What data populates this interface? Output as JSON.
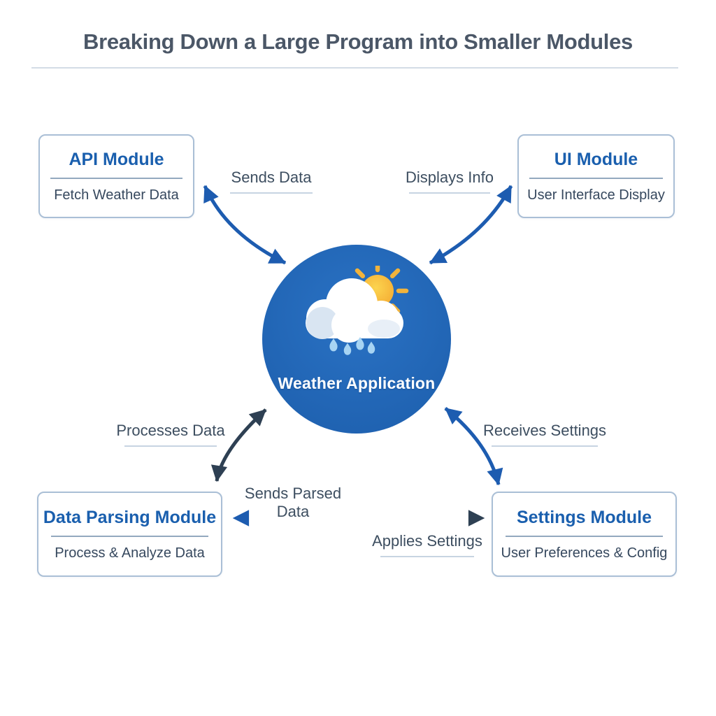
{
  "page": {
    "title": "Breaking Down a Large Program into Smaller Modules"
  },
  "center": {
    "label": "Weather Application",
    "icon": "sun-cloud-rain-icon"
  },
  "modules": [
    {
      "title": "API Module",
      "subtitle": "Fetch Weather Data"
    },
    {
      "title": "UI Module",
      "subtitle": "User Interface Display"
    },
    {
      "title": "Data Parsing Module",
      "subtitle": "Process & Analyze Data"
    },
    {
      "title": "Settings Module",
      "subtitle": "User Preferences & Config"
    }
  ],
  "connections": [
    {
      "label": "Sends Data",
      "from": "API Module",
      "to": "Weather Application",
      "bidirectional": true,
      "color": "#1d5cb0"
    },
    {
      "label": "Displays Info",
      "from": "Weather Application",
      "to": "UI Module",
      "bidirectional": true,
      "color": "#1d5cb0"
    },
    {
      "label": "Processes Data",
      "from": "Weather Application",
      "to": "Data Parsing Module",
      "bidirectional": true,
      "color": "#2e4053"
    },
    {
      "label": "Receives Settings",
      "from": "Settings Module",
      "to": "Weather Application",
      "bidirectional": true,
      "color": "#1d5cb0"
    },
    {
      "label": "Sends Parsed Data",
      "from": "Data Parsing Module",
      "to": "Settings Module",
      "bidirectional": true,
      "color": "#1d5cb0"
    },
    {
      "label": "Applies Settings",
      "from": "Settings Module",
      "to": "Data Parsing Module",
      "bidirectional": true,
      "color": "#2e4053"
    }
  ],
  "colors": {
    "accent-blue": "#1a5fae",
    "arrow-blue": "#1d5cb0",
    "arrow-dark": "#2e4053",
    "circle-blue": "#2166b5",
    "title-text": "#4b5767",
    "body-text": "#36485e",
    "line-light": "#c7d4e2",
    "box-border": "#aabfd6"
  }
}
